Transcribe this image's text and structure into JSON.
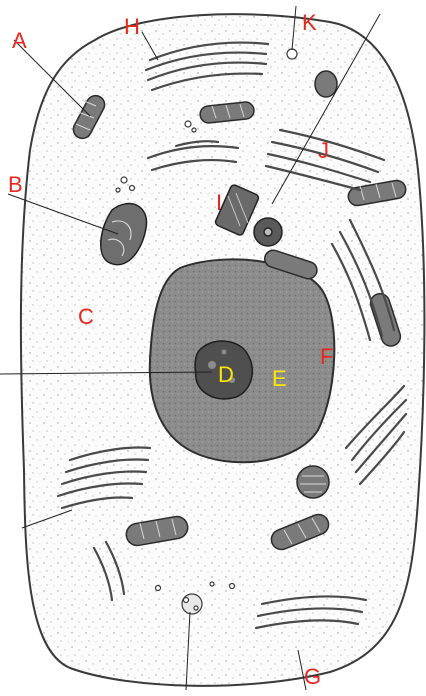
{
  "labels": {
    "A": "A",
    "B": "B",
    "C": "C",
    "D": "D",
    "E": "E",
    "F": "F",
    "G": "G",
    "H": "H",
    "I": "I",
    "J": "J",
    "K": "K"
  },
  "colors": {
    "label_red": "#e8281e",
    "label_yellow": "#ffe600",
    "nucleus_fill": "#8f8f8f",
    "ink": "#333333"
  }
}
